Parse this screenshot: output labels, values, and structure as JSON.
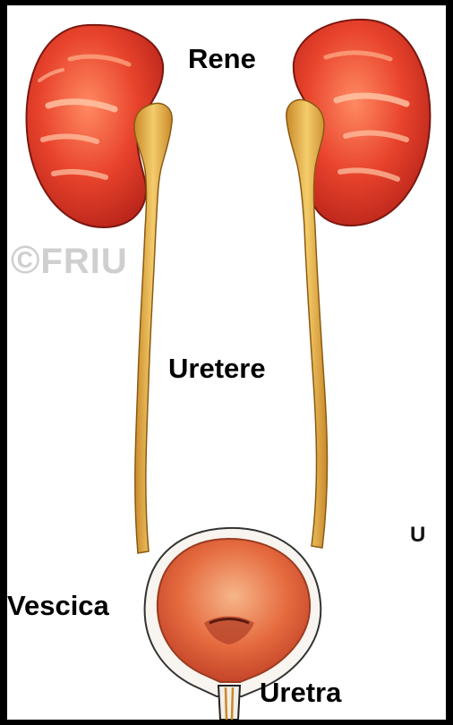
{
  "labels": {
    "kidney": "Rene",
    "ureter": "Uretere",
    "bladder": "Vescica",
    "urethra": "Uretra"
  },
  "watermark": {
    "symbol": "©",
    "text": "FRIU"
  },
  "cut_text": "U",
  "colors": {
    "kidney": "#e8432c",
    "ureter": "#e9b64a",
    "bladder": "#e56a3e",
    "background": "#000000",
    "panel": "#ffffff"
  }
}
